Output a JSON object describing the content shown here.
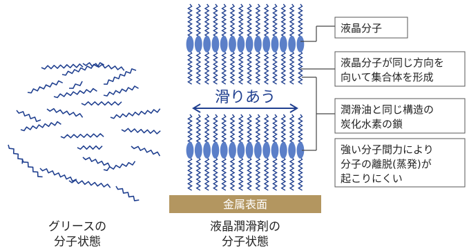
{
  "left_caption": {
    "line1": "グリースの",
    "line2": "分子状態"
  },
  "right_caption": {
    "line1": "液晶潤滑剤の",
    "line2": "分子状態"
  },
  "sliding_label": "滑りあう",
  "metal_surface_label": "金属表面",
  "callouts": [
    {
      "lines": [
        "液晶分子"
      ]
    },
    {
      "lines": [
        "液晶分子が同じ方向を",
        "向いて集合体を形成"
      ]
    },
    {
      "lines": [
        "潤滑油と同じ構造の",
        "炭化水素の鎖"
      ]
    },
    {
      "lines": [
        "強い分子間力により",
        "分子の離脱(蒸発)が",
        "起こりにくい"
      ]
    }
  ],
  "colors": {
    "chain": "#1f3f8f",
    "molecule": "#5b7fc8",
    "metal": "#b39660",
    "metal_text": "#ffffff",
    "box_border": "#555555",
    "leader": "#444444",
    "text": "#222222"
  }
}
